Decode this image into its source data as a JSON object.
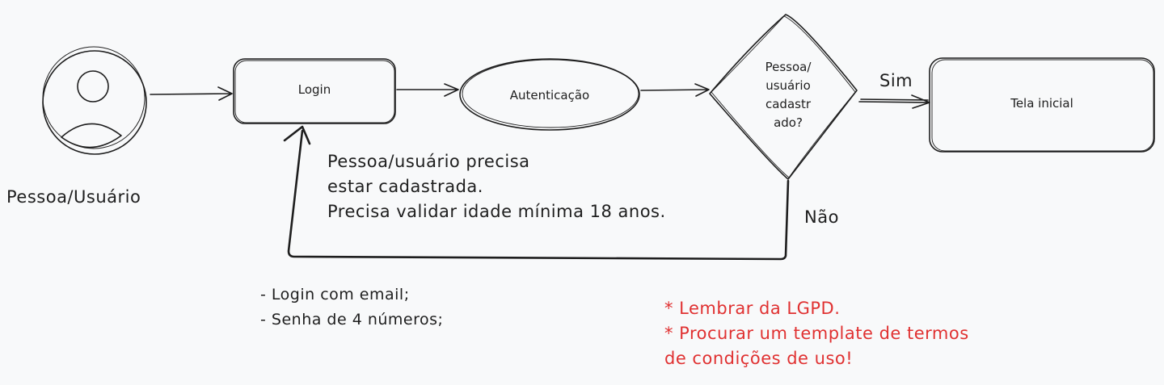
{
  "nodes": {
    "actor": "Pessoa/Usuário",
    "login": "Login",
    "auth": "Autenticação",
    "decision": [
      "Pessoa/",
      "usuário",
      "cadastr",
      "ado?"
    ],
    "home": "Tela inicial"
  },
  "edges": {
    "yes": "Sim",
    "no": "Não"
  },
  "notes": {
    "requirements": [
      "Pessoa/usuário precisa",
      "estar cadastrada.",
      "Precisa validar idade mínima 18 anos."
    ],
    "login_rules": [
      "- Login com email;",
      "- Senha de 4 números;"
    ],
    "reminders": [
      "* Lembrar da LGPD.",
      "* Procurar um template de termos",
      "de condições de uso!"
    ]
  },
  "colors": {
    "stroke": "#1e1e1e",
    "note_red": "#e03131",
    "background": "#f8f9fa"
  }
}
